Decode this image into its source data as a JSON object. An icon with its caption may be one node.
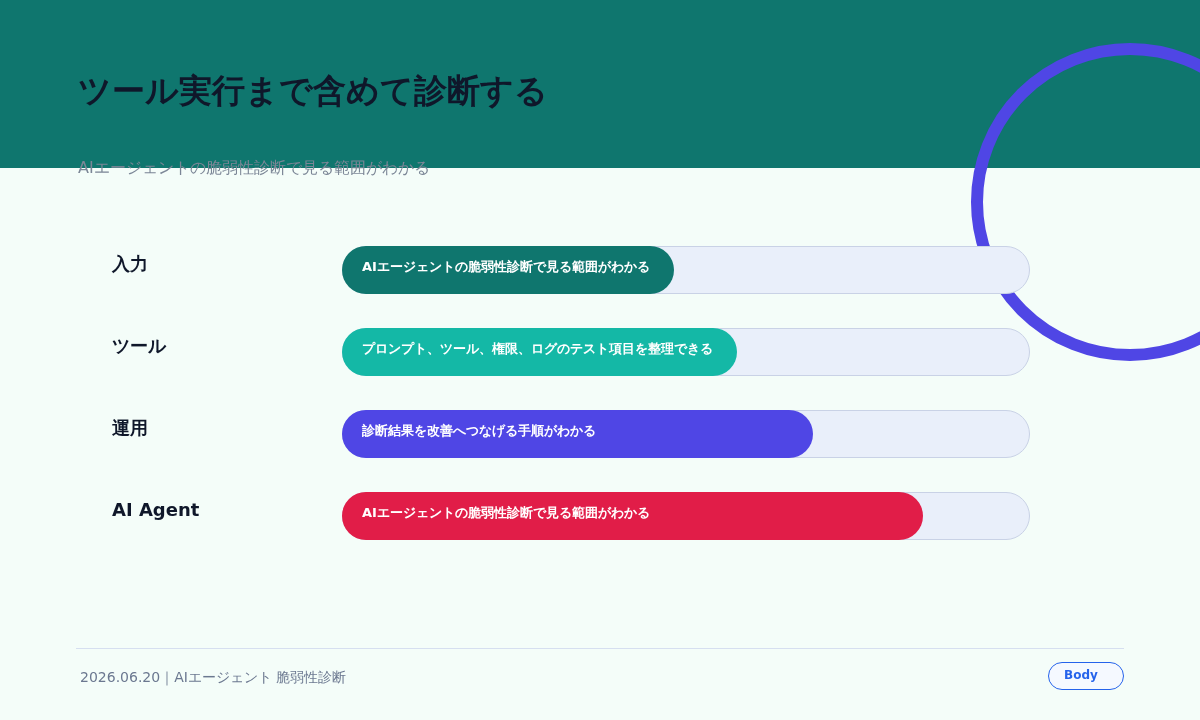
{
  "diagram": {
    "title": "ツール実行まで含めて診断する",
    "nodes": [
      {
        "text": [
          "AIエージェントの脆弱性診断で見る範囲がわかる"
        ]
      },
      {
        "text": [
          "プロンプト、ツール、権限、ログのテスト項目を整理できる"
        ]
      },
      {
        "text": [
          "診断結果を改善へつなげる手順がわかる"
        ]
      },
      {
        "text": [
          "AIエージェントの脆弱性診断で見る範囲がわかる"
        ]
      },
      {
        "text": [
          "Body"
        ]
      }
    ],
    "labels": [
      "AIエージェントの脆弱性診断で見る範囲がわかる",
      "入力",
      "ツール",
      "運用",
      "AI Agent",
      "2026.06.20｜AIエージェント 脆弱性診断"
    ]
  }
}
